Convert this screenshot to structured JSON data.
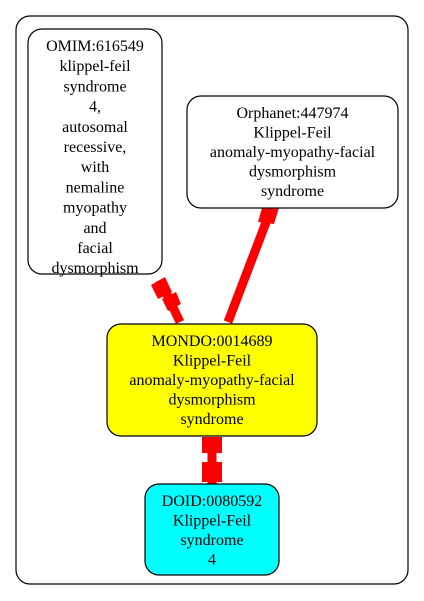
{
  "nodes": {
    "omim": {
      "lines": [
        "OMIM:616549",
        "klippel-feil",
        "syndrome",
        "4,",
        "autosomal",
        "recessive,",
        "with",
        "nemaline",
        "myopathy",
        "and",
        "facial",
        "dysmorphism"
      ],
      "fill": "#ffffff"
    },
    "orphanet": {
      "lines": [
        "Orphanet:447974",
        "Klippel-Feil",
        "anomaly-myopathy-facial",
        "dysmorphism",
        "syndrome"
      ],
      "fill": "#ffffff"
    },
    "mondo": {
      "lines": [
        "MONDO:0014689",
        "Klippel-Feil",
        "anomaly-myopathy-facial",
        "dysmorphism",
        "syndrome"
      ],
      "fill": "#ffff00"
    },
    "doid": {
      "lines": [
        "DOID:0080592",
        "Klippel-Feil",
        "syndrome",
        "4"
      ],
      "fill": "#00ffff"
    }
  },
  "edges": [
    {
      "from": "omim",
      "to": "mondo",
      "color": "#ff0000"
    },
    {
      "from": "orphanet",
      "to": "mondo",
      "color": "#ff0000"
    },
    {
      "from": "mondo",
      "to": "doid",
      "color": "#ff0000"
    }
  ]
}
